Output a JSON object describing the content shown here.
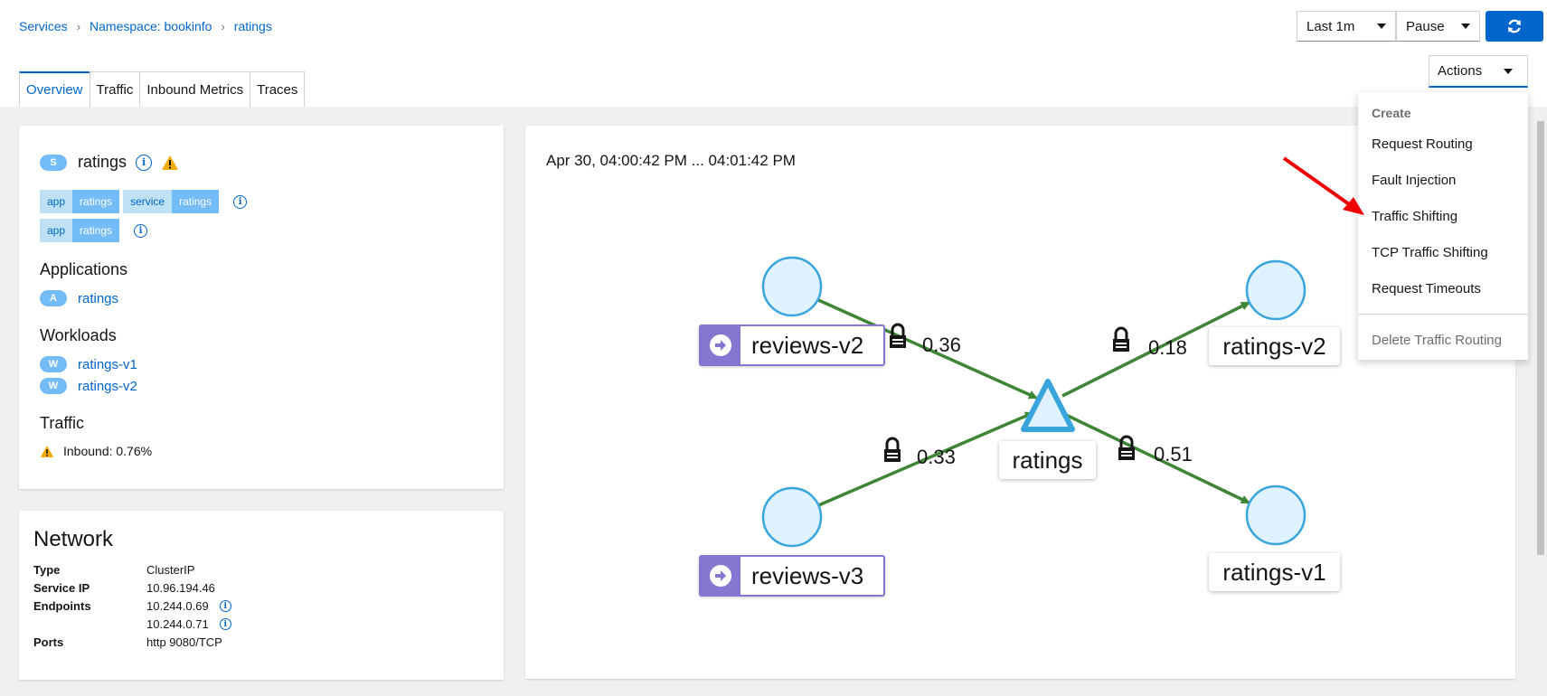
{
  "breadcrumb": [
    "Services",
    "Namespace: bookinfo",
    "ratings"
  ],
  "toolbar": {
    "duration": "Last 1m",
    "refresh_interval": "Pause",
    "actions_label": "Actions"
  },
  "tabs": [
    "Overview",
    "Traffic",
    "Inbound Metrics",
    "Traces"
  ],
  "service": {
    "badge": "S",
    "name": "ratings",
    "labels_row1": [
      {
        "key": "app",
        "value": "ratings"
      },
      {
        "key": "service",
        "value": "ratings"
      }
    ],
    "labels_row2": [
      {
        "key": "app",
        "value": "ratings"
      }
    ],
    "applications_title": "Applications",
    "applications": [
      {
        "badge": "A",
        "name": "ratings"
      }
    ],
    "workloads_title": "Workloads",
    "workloads": [
      {
        "badge": "W",
        "name": "ratings-v1"
      },
      {
        "badge": "W",
        "name": "ratings-v2"
      }
    ],
    "traffic_title": "Traffic",
    "traffic_inbound": "Inbound: 0.76%"
  },
  "network": {
    "title": "Network",
    "type_label": "Type",
    "type_value": "ClusterIP",
    "ip_label": "Service IP",
    "ip_value": "10.96.194.46",
    "endpoints_label": "Endpoints",
    "endpoints": [
      "10.244.0.69",
      "10.244.0.71"
    ],
    "ports_label": "Ports",
    "ports_value": "http 9080/TCP"
  },
  "graph": {
    "time_range": "Apr 30, 04:00:42 PM ... 04:01:42 PM",
    "nodes": [
      "reviews-v2",
      "reviews-v3",
      "ratings",
      "ratings-v2",
      "ratings-v1"
    ],
    "edges": [
      "0.36",
      "0.33",
      "0.18",
      "0.51"
    ]
  },
  "dropdown": {
    "header": "Create",
    "items": [
      "Request Routing",
      "Fault Injection",
      "Traffic Shifting",
      "TCP Traffic Shifting",
      "Request Timeouts"
    ],
    "disabled_item": "Delete Traffic Routing"
  },
  "colors": {
    "accent": "#0066cc",
    "edge": "#3e8635",
    "node_fill": "#def3ff",
    "node_stroke": "#39a5dc",
    "app_box": "#8476d1",
    "warning": "#f0ab00"
  }
}
